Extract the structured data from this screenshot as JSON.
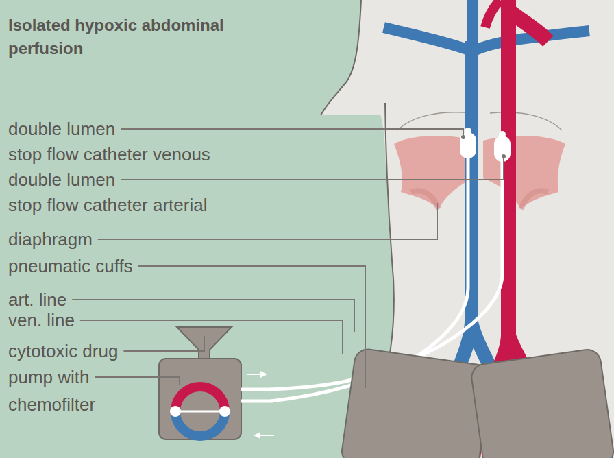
{
  "diagram": {
    "title": "Isolated hypoxic abdominal perfusion",
    "labels": [
      "double lumen",
      "stop flow catheter venous",
      "double lumen",
      "stop flow catheter arterial",
      "diaphragm",
      "pneumatic cuffs",
      "art. line",
      "ven. line",
      "cytotoxic drug",
      "pump with",
      "chemofilter"
    ]
  }
}
